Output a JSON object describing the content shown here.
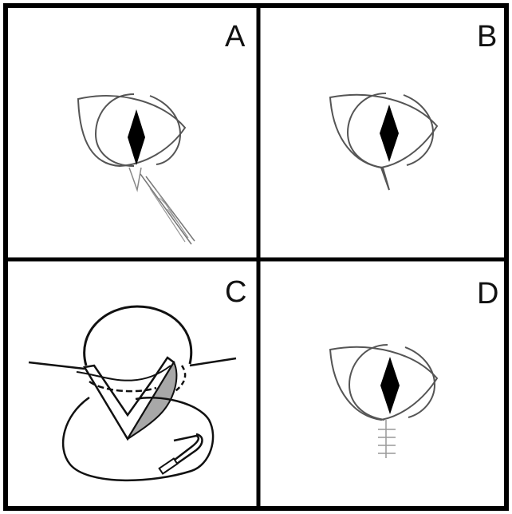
{
  "panels": [
    {
      "id": "A",
      "label": "A"
    },
    {
      "id": "B",
      "label": "B"
    },
    {
      "id": "C",
      "label": "C"
    },
    {
      "id": "D",
      "label": "D"
    }
  ],
  "colors": {
    "border": "#000000",
    "line": "#555555",
    "pupil": "#000000",
    "flap_fill": "#a8a8a8"
  }
}
